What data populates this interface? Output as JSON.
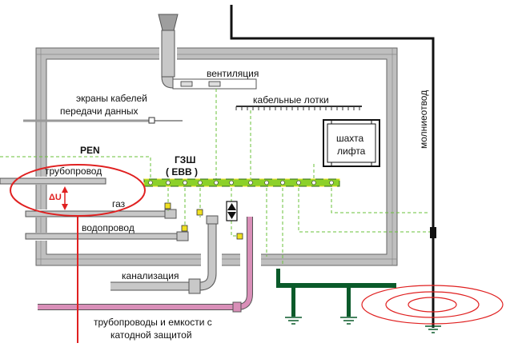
{
  "labels": {
    "ventilation": "вентиляция",
    "cable_screens_1": "экраны кабелей",
    "cable_screens_2": "передачи данных",
    "cable_trays": "кабельные лотки",
    "lift_shaft_1": "шахта",
    "lift_shaft_2": "лифта",
    "lightning_rod": "молниеотвод",
    "pen": "PEN",
    "gzsh": "ГЗШ",
    "ebb": "( EBB )",
    "pipeline": "трубопровод",
    "delta_u": "ΔU",
    "gas": "газ",
    "water": "водопровод",
    "sewer": "канализация",
    "cathodic_1": "трубопроводы и емкости с",
    "cathodic_2": "катодной защитой"
  },
  "colors": {
    "wall": "#bfbfbf",
    "pipe": "#c8c8c8",
    "pink_pipe": "#d98fb8",
    "green_bar": "#8cd12a",
    "dash_green": "#6ac23a",
    "red": "#e02020",
    "earth_green": "#0a5a2a"
  },
  "icons": {
    "ground": "ground-symbol-icon",
    "valve": "isolation-valve-icon",
    "clamp": "bonding-clamp-icon"
  }
}
